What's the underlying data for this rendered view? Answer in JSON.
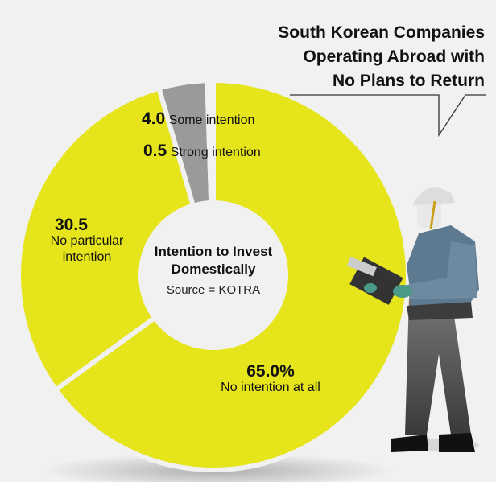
{
  "chart_data": {
    "type": "pie",
    "title": "South Korean Companies Operating Abroad with No Plans to Return",
    "title_lines": [
      "South Korean Companies",
      "Operating Abroad with",
      "No Plans to Return"
    ],
    "center_title_lines": [
      "Intention to Invest",
      "Domestically"
    ],
    "source": "Source = KOTRA",
    "unit": "%",
    "slices": [
      {
        "label": "No intention at all",
        "value": 65.0,
        "value_text": "65.0%",
        "color": "#e6e41a"
      },
      {
        "label_lines": [
          "No particular",
          "intention"
        ],
        "label": "No particular intention",
        "value": 30.5,
        "value_text": "30.5",
        "color": "#e6e41a"
      },
      {
        "label": "Some intention",
        "value": 4.0,
        "value_text": "4.0",
        "color": "#9a9a9a"
      },
      {
        "label": "Strong intention",
        "value": 0.5,
        "value_text": "0.5",
        "color": "#9a9a9a"
      }
    ]
  }
}
